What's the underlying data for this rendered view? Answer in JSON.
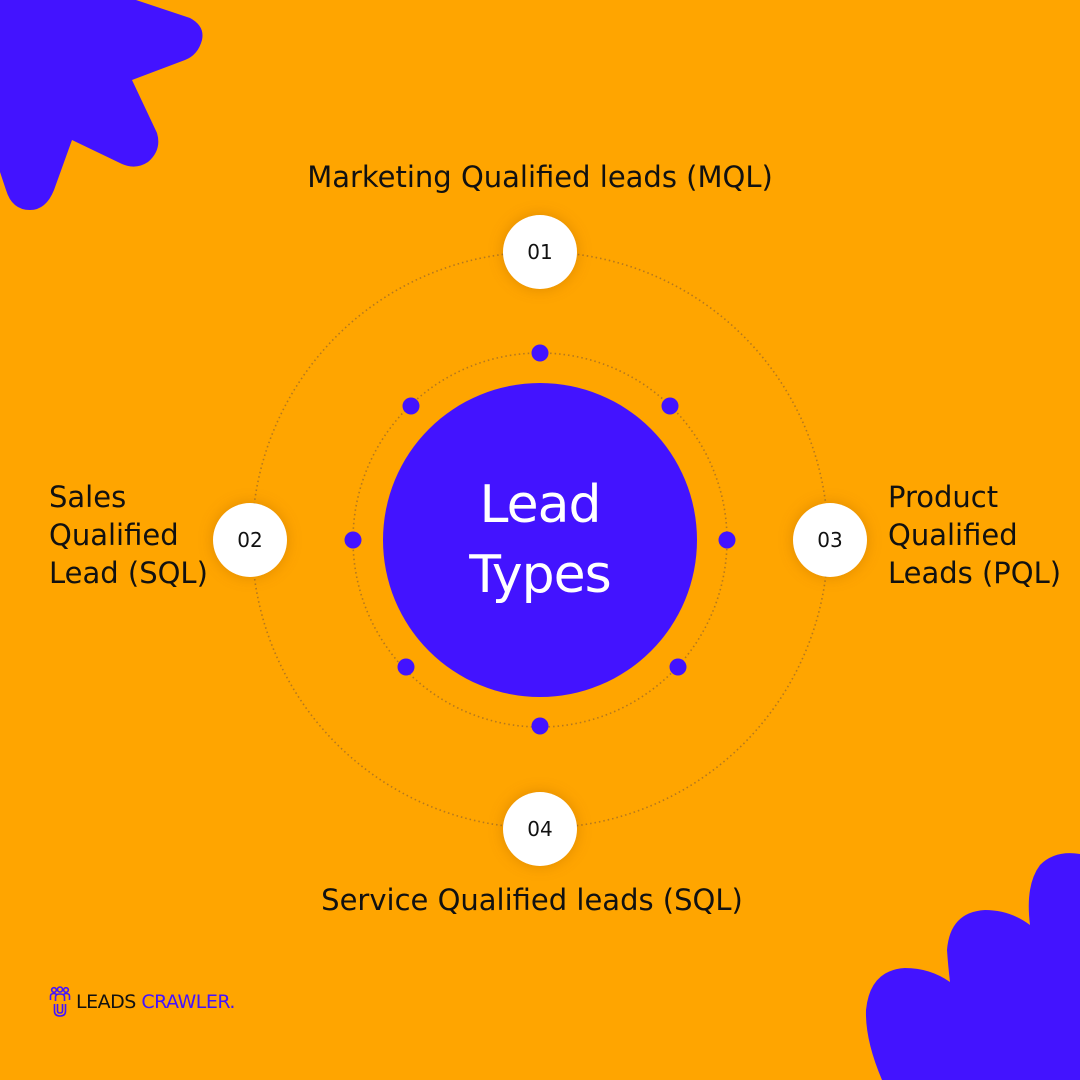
{
  "colors": {
    "background": "#FFA500",
    "accent": "#4313FF",
    "badge": "#FFFFFF",
    "text": "#111111"
  },
  "center": {
    "line1": "Lead",
    "line2": "Types"
  },
  "items": [
    {
      "number": "01",
      "label": "Marketing Qualified leads (MQL)",
      "position": "top"
    },
    {
      "number": "02",
      "label_lines": [
        "Sales",
        "Qualified",
        "Lead (SQL)"
      ],
      "position": "left"
    },
    {
      "number": "03",
      "label_lines": [
        "Product",
        "Qualified",
        "Leads (PQL)"
      ],
      "position": "right"
    },
    {
      "number": "04",
      "label": "Service Qualified leads (SQL)",
      "position": "bottom"
    }
  ],
  "logo": {
    "icon": "people-magnet-icon",
    "word1": "LEADS",
    "word2": "CRAWLER."
  }
}
